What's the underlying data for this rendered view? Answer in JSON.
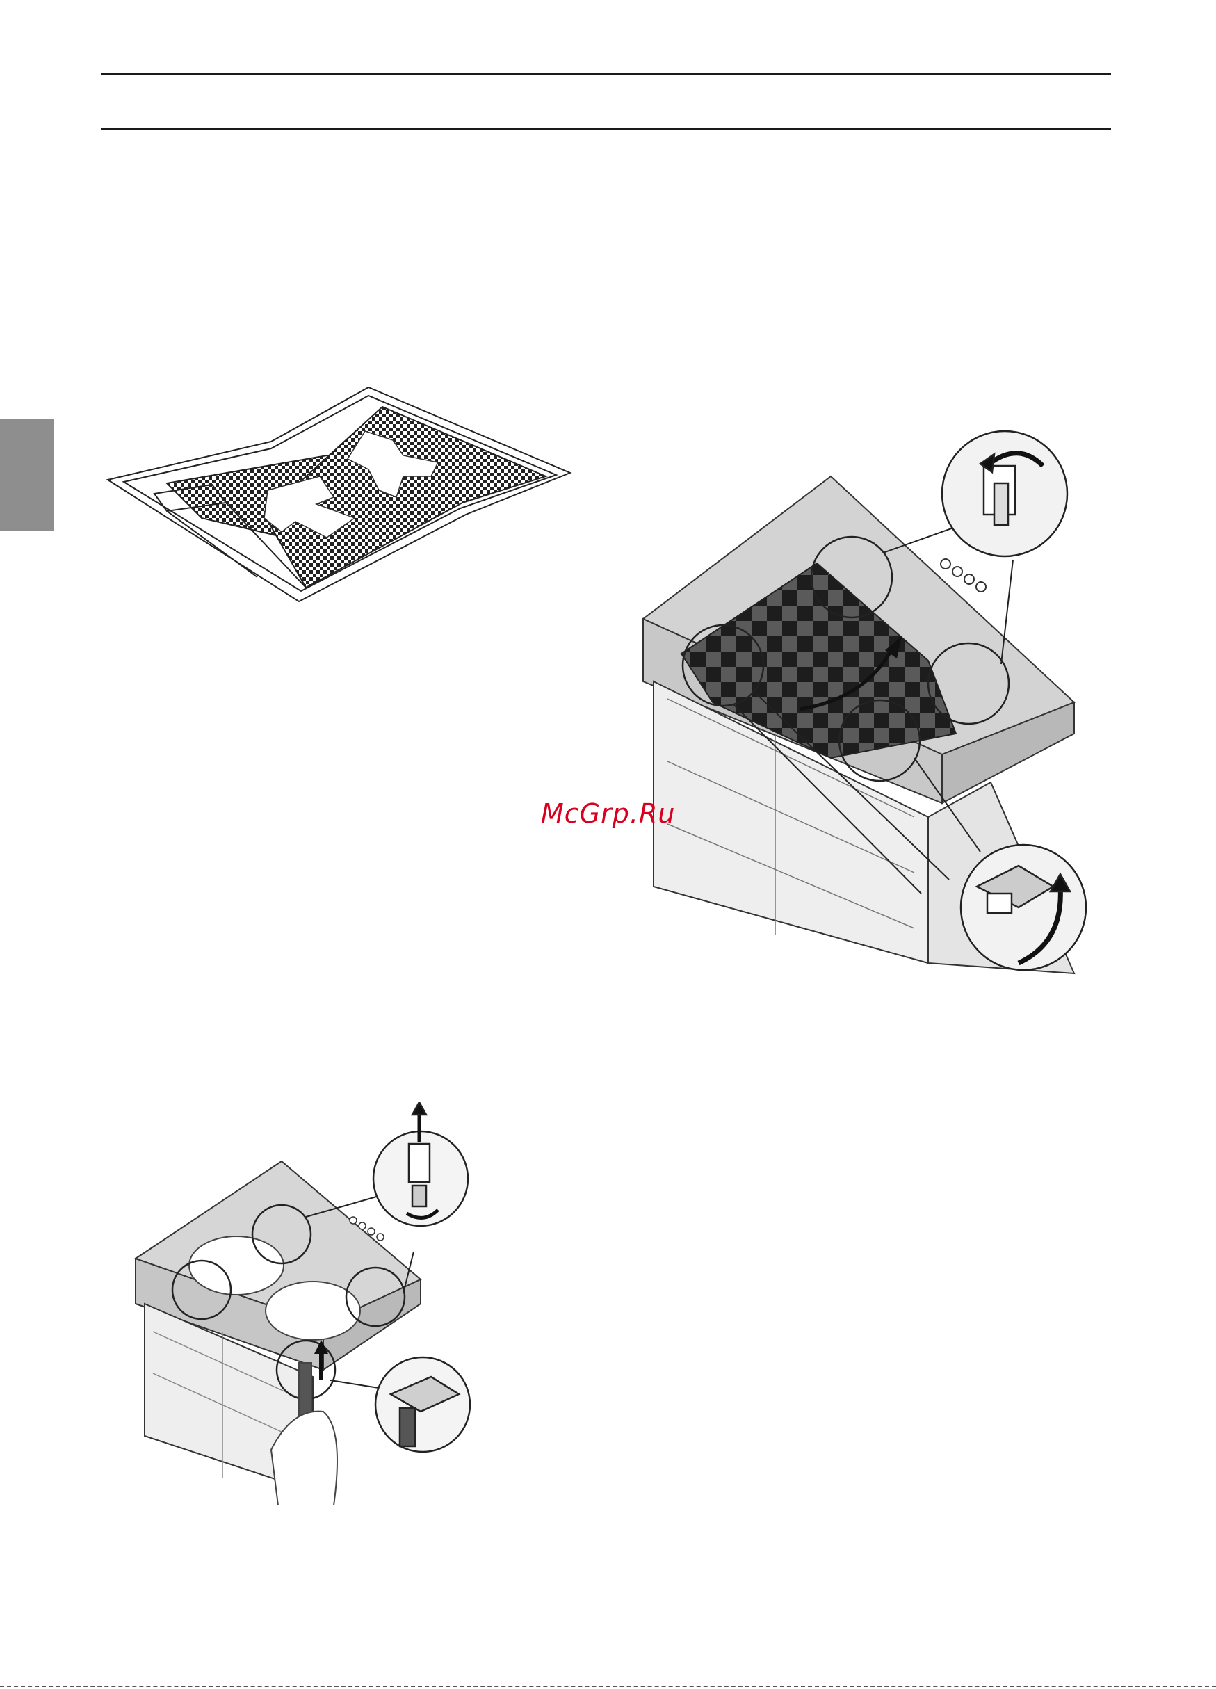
{
  "page": {
    "watermark_text": "McGrp.Ru"
  },
  "colors": {
    "rule": "#1a1a1a",
    "side_tab": "#8e8e8e",
    "watermark": "#d8001e"
  },
  "figures": [
    {
      "name": "grease-filter-figure"
    },
    {
      "name": "filter-removal-figure"
    },
    {
      "name": "lamp-replacement-figure"
    }
  ]
}
